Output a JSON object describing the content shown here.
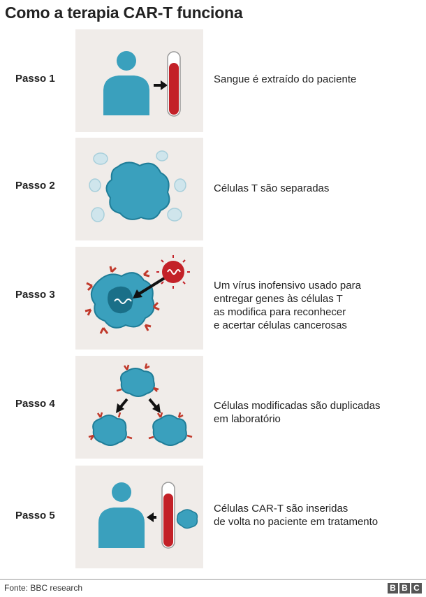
{
  "title": "Como a terapia CAR-T funciona",
  "steps": [
    {
      "label": "Passo 1",
      "description": "Sangue é extraído do paciente"
    },
    {
      "label": "Passo 2",
      "description": "Células T são separadas"
    },
    {
      "label": "Passo 3",
      "description": "Um vírus inofensivo usado para\nentregar genes às células T\nas modifica para reconhecer\ne acertar células cancerosas"
    },
    {
      "label": "Passo 4",
      "description": "Células modificadas são duplicadas\nem laboratório"
    },
    {
      "label": "Passo 5",
      "description": "Células CAR-T são inseridas\nde volta no paciente em tratamento"
    }
  ],
  "footer": {
    "source": "Fonte: BBC research",
    "logo": [
      "B",
      "B",
      "C"
    ]
  },
  "colors": {
    "cell": "#3aa0bd",
    "cell_dark": "#1f7d98",
    "blood": "#c32128",
    "receptor": "#c0392b",
    "panel_bg": "#f0ece9",
    "pale_cell": "#cfe5ec"
  }
}
